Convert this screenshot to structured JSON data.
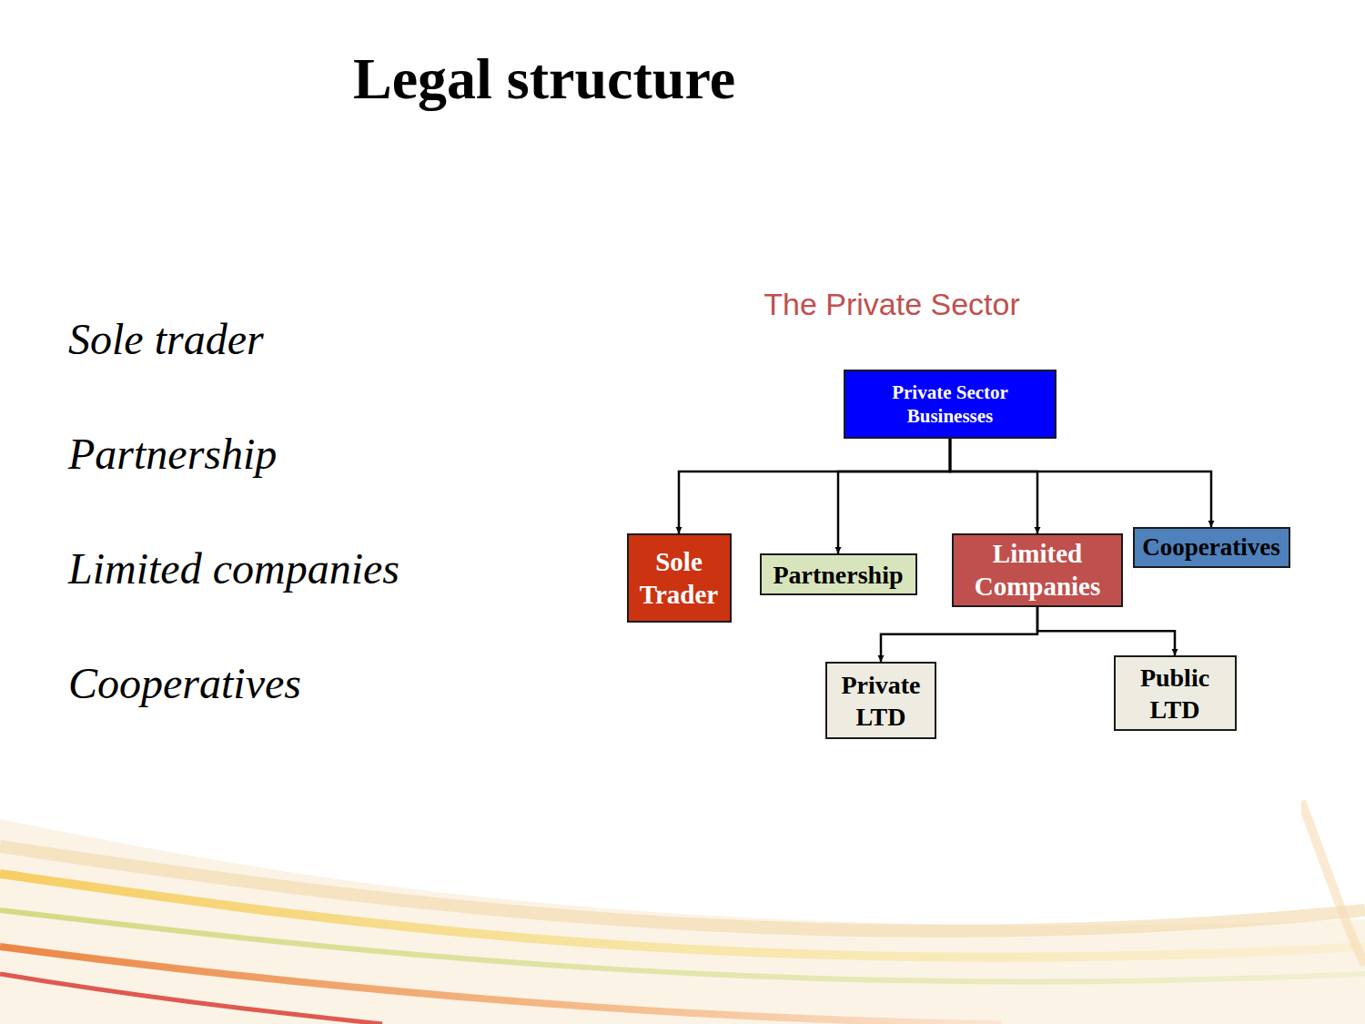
{
  "diagram": {
    "title": "Legal structure",
    "nodes": [
      {
        "text": [
          "Private Sector Businesses"
        ]
      },
      {
        "text": [
          "Sole Trader"
        ]
      },
      {
        "text": [
          "Partnership"
        ]
      },
      {
        "text": [
          "Limited Companies"
        ]
      },
      {
        "text": [
          "Cooperatives"
        ]
      },
      {
        "text": [
          "Private LTD"
        ]
      },
      {
        "text": [
          "Public LTD"
        ]
      }
    ],
    "edges": [
      {
        "from": 0,
        "to": 1,
        "arrow": "to"
      },
      {
        "from": 0,
        "to": 2,
        "arrow": "to"
      },
      {
        "from": 0,
        "to": 3,
        "arrow": "to"
      },
      {
        "from": 0,
        "to": 4,
        "arrow": "to"
      },
      {
        "from": 3,
        "to": 5,
        "arrow": "to"
      },
      {
        "from": 3,
        "to": 6,
        "arrow": "to"
      }
    ],
    "labels": [
      "Sole trader",
      "Partnership",
      "Limited companies",
      "Cooperatives",
      "The Private Sector"
    ]
  }
}
